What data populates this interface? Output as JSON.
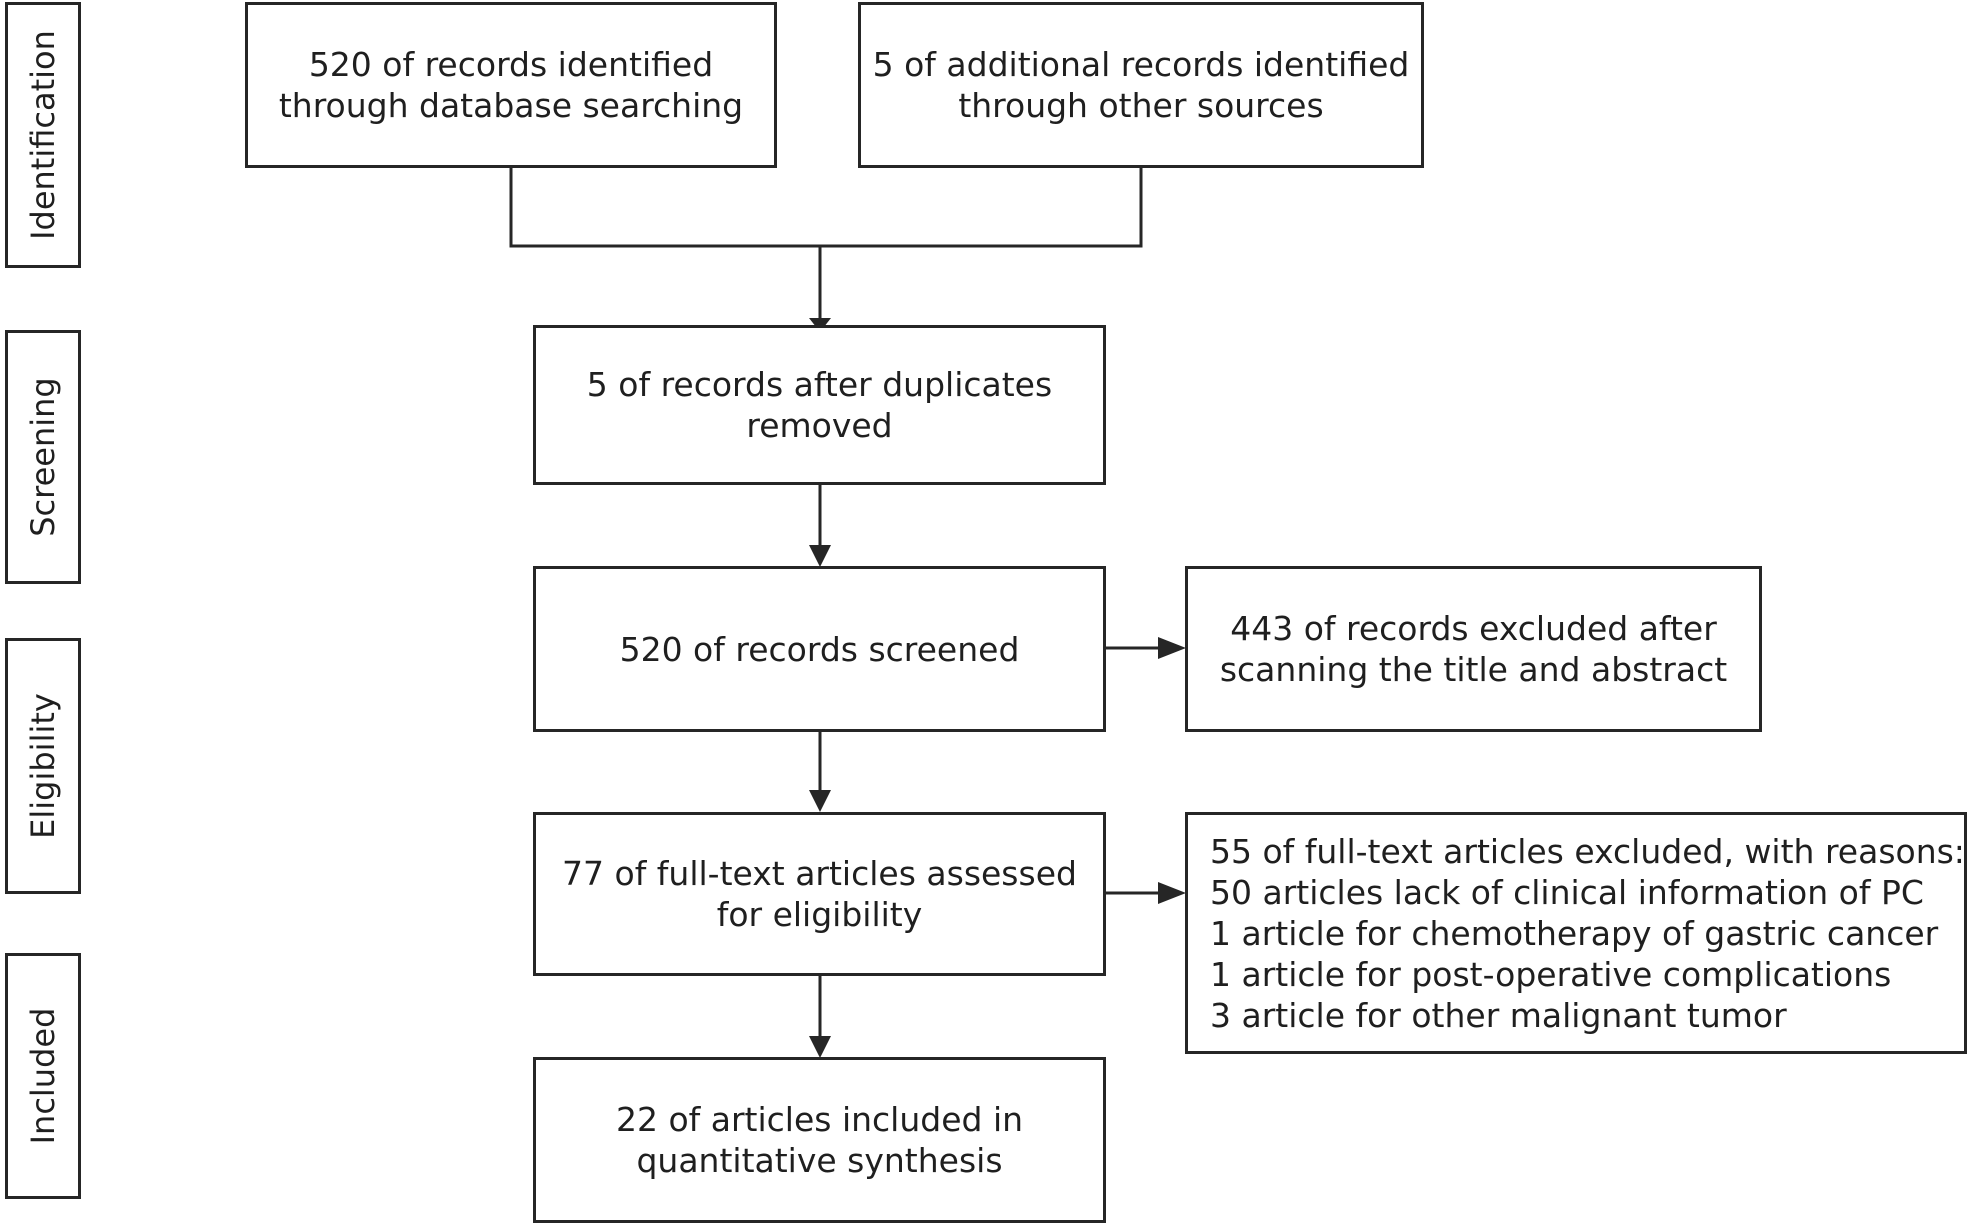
{
  "stages": {
    "identification": "Identification",
    "screening": "Screening",
    "eligibility": "Eligibility",
    "included": "Included"
  },
  "boxes": {
    "database_search": [
      "520 of records identified",
      "through database searching"
    ],
    "other_sources": [
      "5 of additional records identified",
      "through other sources"
    ],
    "duplicates_removed": [
      "5 of records after duplicates",
      "removed"
    ],
    "screened": [
      "520 of records screened"
    ],
    "excluded_title_abstract": [
      "443 of records excluded after",
      "scanning the title and abstract"
    ],
    "fulltext_assessed": [
      "77 of full-text articles assessed",
      "for eligibility"
    ],
    "fulltext_excluded": [
      "55 of full-text articles excluded, with reasons:",
      "50 articles lack of clinical information of PC",
      "1 article for chemotherapy of gastric cancer",
      "1 article for post-operative complications",
      "3 article for other malignant tumor"
    ],
    "included_synthesis": [
      "22 of articles included in",
      "quantitative synthesis"
    ]
  }
}
